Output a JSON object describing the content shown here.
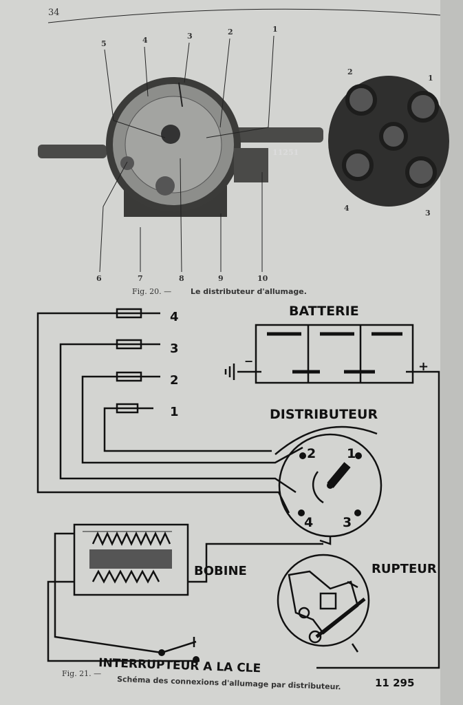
{
  "page": {
    "number": "34"
  },
  "fig20": {
    "callouts": [
      "1",
      "2",
      "3",
      "4",
      "5",
      "6",
      "7",
      "8",
      "9",
      "10"
    ],
    "part_number": "11251",
    "cap_labels": [
      "1",
      "2",
      "3",
      "4"
    ],
    "caption_prefix": "Fig. 20. —",
    "caption": "Le distributeur d'allumage."
  },
  "fig21": {
    "battery_label": "BATTERIE",
    "minus": "−",
    "plus": "+",
    "plugs": [
      "4",
      "3",
      "2",
      "1"
    ],
    "distributor_label": "DISTRIBUTEUR",
    "distributor_terminals": [
      "2",
      "1",
      "4",
      "3"
    ],
    "coil_label": "BOBINE",
    "breaker_label": "RUPTEUR",
    "switch_label": "INTERRUPTEUR A LA CLE",
    "caption_prefix": "Fig. 21. —",
    "caption": "Schéma des connexions d'allumage par distributeur.",
    "drawing_number": "11 295"
  }
}
